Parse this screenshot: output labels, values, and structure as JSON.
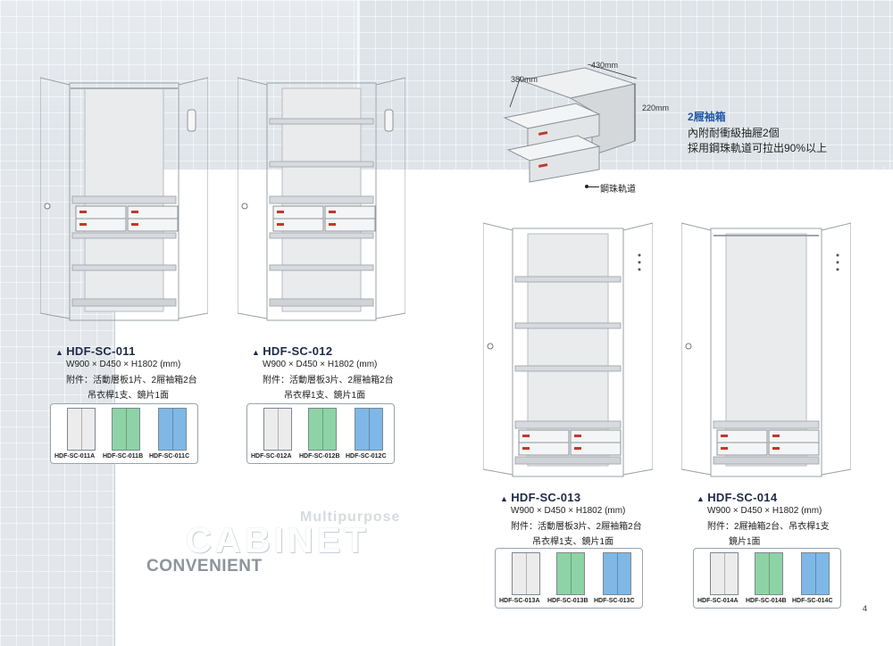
{
  "products": [
    {
      "code": "HDF-SC-011",
      "dims": "W900 × D450 × H1802 (mm)",
      "acc1": "附件：活動層板1片、2屜袖箱2台",
      "acc2": "吊衣桿1支、鏡片1面",
      "variants": [
        "HDF-SC-011A",
        "HDF-SC-011B",
        "HDF-SC-011C"
      ]
    },
    {
      "code": "HDF-SC-012",
      "dims": "W900 × D450 × H1802 (mm)",
      "acc1": "附件：活動層板3片、2屜袖箱2台",
      "acc2": "吊衣桿1支、鏡片1面",
      "variants": [
        "HDF-SC-012A",
        "HDF-SC-012B",
        "HDF-SC-012C"
      ]
    },
    {
      "code": "HDF-SC-013",
      "dims": "W900 × D450 × H1802 (mm)",
      "acc1": "附件：活動層板3片、2屜袖箱2台",
      "acc2": "吊衣桿1支、鏡片1面",
      "variants": [
        "HDF-SC-013A",
        "HDF-SC-013B",
        "HDF-SC-013C"
      ]
    },
    {
      "code": "HDF-SC-014",
      "dims": "W900 × D450 × H1802 (mm)",
      "acc1": "附件：2屜袖箱2台、吊衣桿1支",
      "acc2": "鏡片1面",
      "variants": [
        "HDF-SC-014A",
        "HDF-SC-014B",
        "HDF-SC-014C"
      ]
    }
  ],
  "variant_colors": [
    "#ececec",
    "#8ed3a5",
    "#7fb8e6"
  ],
  "drawer_detail": {
    "width": "430mm",
    "depth": "380mm",
    "height": "220mm",
    "title": "2屜袖箱",
    "line1": "內附耐衝級抽屜2個",
    "line2": "採用鋼珠軌道可拉出90%以上",
    "rail_label": "鋼珠軌道"
  },
  "watermark": {
    "multi": "Multipurpose",
    "cabinet": "CABINET",
    "convenient": "CONVENIENT"
  },
  "page_number": "4"
}
